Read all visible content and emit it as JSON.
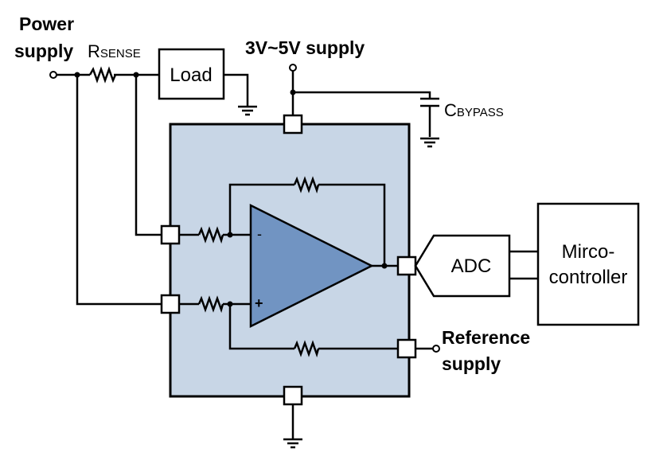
{
  "labels": {
    "power_supply_line1": "Power",
    "power_supply_line2": "supply",
    "rsense_main": "R",
    "rsense_sub": "SENSE",
    "load": "Load",
    "vcc_supply": "3V~5V supply",
    "cbypass_main": "C",
    "cbypass_sub": "BYPASS",
    "inverting": "-",
    "noninverting": "+",
    "adc": "ADC",
    "mcu_line1": "Mirco-",
    "mcu_line2": "controller",
    "reference_line1": "Reference",
    "reference_line2": "supply"
  },
  "colors": {
    "ic_fill": "#c8d6e6",
    "opamp_fill": "#7194c2"
  }
}
